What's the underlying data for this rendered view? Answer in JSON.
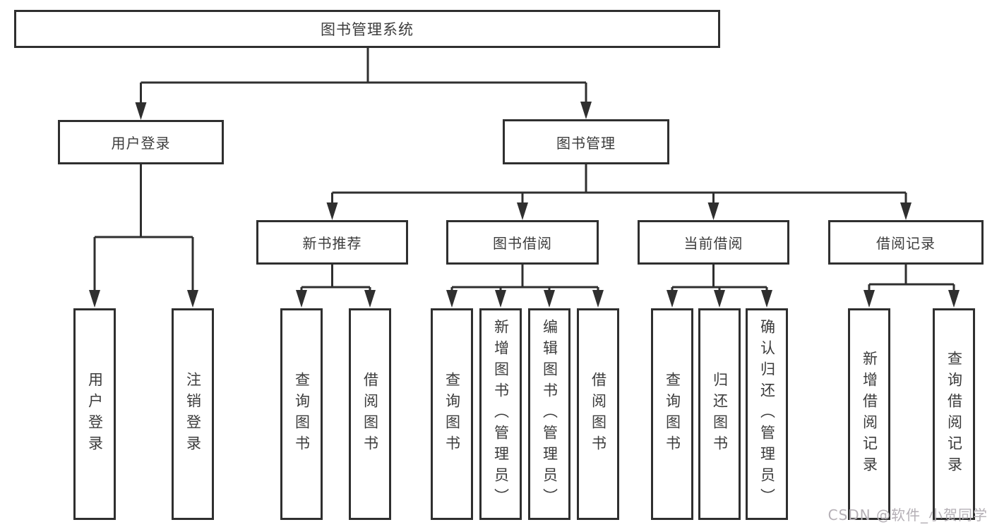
{
  "diagram": {
    "type": "hierarchy",
    "root": {
      "label": "图书管理系统"
    },
    "level2": [
      {
        "label": "用户登录",
        "parent": "图书管理系统"
      },
      {
        "label": "图书管理",
        "parent": "图书管理系统"
      }
    ],
    "level3": [
      {
        "label": "新书推荐",
        "parent": "图书管理"
      },
      {
        "label": "图书借阅",
        "parent": "图书管理"
      },
      {
        "label": "当前借阅",
        "parent": "图书管理"
      },
      {
        "label": "借阅记录",
        "parent": "图书管理"
      }
    ],
    "leaves": [
      {
        "label": "用户登录",
        "parent": "用户登录"
      },
      {
        "label": "注销登录",
        "parent": "用户登录"
      },
      {
        "label": "查询图书",
        "parent": "新书推荐"
      },
      {
        "label": "借阅图书",
        "parent": "新书推荐"
      },
      {
        "label": "查询图书",
        "parent": "图书借阅"
      },
      {
        "label": "新增图书（管理员）",
        "parent": "图书借阅"
      },
      {
        "label": "编辑图书（管理员）",
        "parent": "图书借阅"
      },
      {
        "label": "借阅图书",
        "parent": "图书借阅"
      },
      {
        "label": "查询图书",
        "parent": "当前借阅"
      },
      {
        "label": "归还图书",
        "parent": "当前借阅"
      },
      {
        "label": "确认归还（管理员）",
        "parent": "当前借阅"
      },
      {
        "label": "新增借阅记录",
        "parent": "借阅记录"
      },
      {
        "label": "查询借阅记录",
        "parent": "借阅记录"
      }
    ]
  },
  "watermark": {
    "text": "CSDN @软件_小贺同学"
  },
  "colors": {
    "line": "#2f2f2f",
    "text": "#3c3c3c",
    "background": "#ffffff",
    "watermark": "#b5b0b6"
  }
}
